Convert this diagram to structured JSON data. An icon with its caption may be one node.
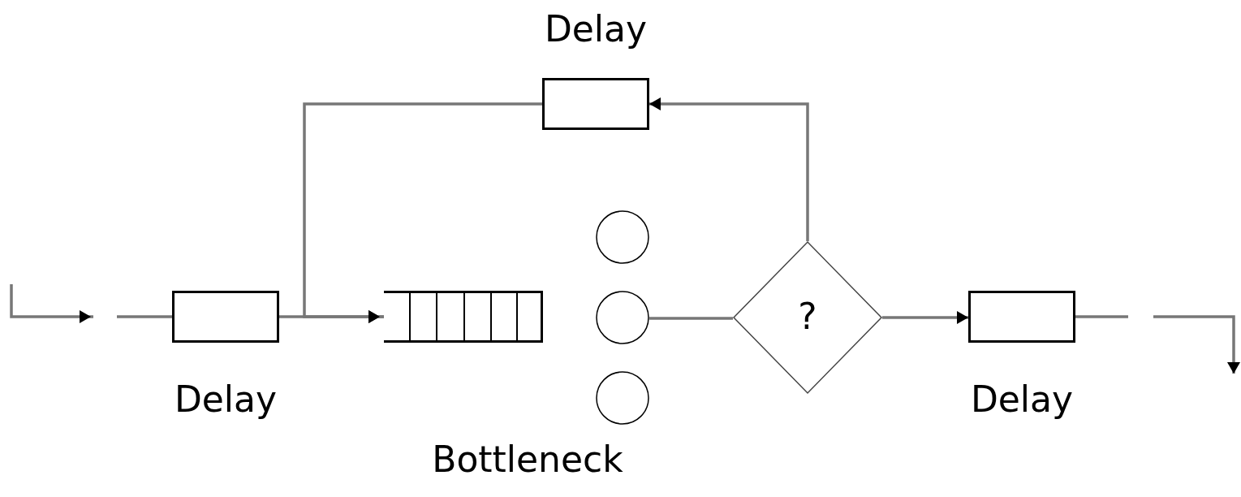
{
  "diagram": {
    "nodes": [
      {
        "text": [
          "Delay"
        ]
      },
      {
        "text": [
          "Delay"
        ]
      },
      {
        "text": [],
        "shape": "box"
      },
      {
        "text": [],
        "shape": "circle"
      },
      {
        "text": [],
        "shape": "circle"
      },
      {
        "text": [],
        "shape": "circle"
      },
      {
        "text": [
          "?"
        ]
      },
      {
        "text": [
          "Delay"
        ]
      }
    ],
    "edges": [
      {
        "from": null,
        "to": 1,
        "arrow": "to"
      },
      {
        "from": 1,
        "to": 2,
        "arrow": "to"
      },
      {
        "from": 0,
        "to": 2,
        "arrow": "to"
      },
      {
        "from": 4,
        "to": 6,
        "arrow": "none"
      },
      {
        "from": 6,
        "to": 0,
        "arrow": "to"
      },
      {
        "from": 6,
        "to": 7,
        "arrow": "to"
      },
      {
        "from": 7,
        "to": null,
        "arrow": "to"
      }
    ],
    "labels": [
      "Bottleneck"
    ]
  }
}
